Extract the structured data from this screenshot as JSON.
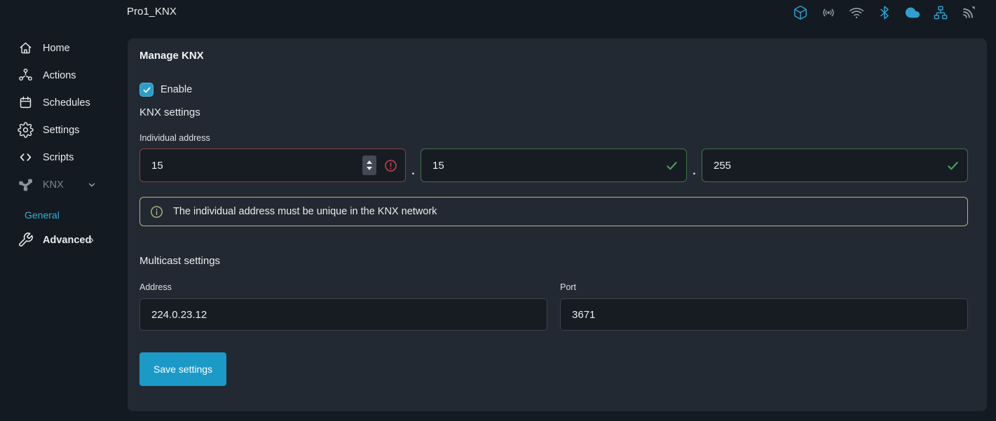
{
  "topbar": {
    "title": "Pro1_KNX",
    "icons": [
      {
        "name": "package-icon",
        "color": "#2e9fd1"
      },
      {
        "name": "broadcast-icon",
        "color": "#98a1aa"
      },
      {
        "name": "wifi-icon",
        "color": "#98a1aa"
      },
      {
        "name": "bluetooth-icon",
        "color": "#2e9fd1"
      },
      {
        "name": "cloud-icon",
        "color": "#2e9fd1"
      },
      {
        "name": "network-icon",
        "color": "#2e9fd1"
      },
      {
        "name": "signal-icon",
        "color": "#98a1aa"
      }
    ]
  },
  "sidebar": {
    "items": [
      {
        "label": "Home",
        "icon": "home-icon"
      },
      {
        "label": "Actions",
        "icon": "actions-icon"
      },
      {
        "label": "Schedules",
        "icon": "calendar-icon"
      },
      {
        "label": "Settings",
        "icon": "gear-icon"
      },
      {
        "label": "Scripts",
        "icon": "code-icon"
      },
      {
        "label": "KNX",
        "icon": "knx-icon",
        "state": "expanded"
      },
      {
        "label": "General",
        "state": "active-subitem"
      },
      {
        "label": "Advanced",
        "icon": "wrench-icon",
        "state": "collapsed"
      }
    ]
  },
  "main": {
    "heading": "Manage KNX",
    "enable": {
      "label": "Enable",
      "checked": true
    },
    "knx_settings_label": "KNX settings",
    "individual_address": {
      "label": "Individual address",
      "separator": ".",
      "fields": [
        {
          "value": "15",
          "status": "error"
        },
        {
          "value": "15",
          "status": "valid"
        },
        {
          "value": "255",
          "status": "valid"
        }
      ]
    },
    "info_message": "The individual address must be unique in the KNX network",
    "multicast": {
      "heading": "Multicast settings",
      "address_label": "Address",
      "address_value": "224.0.23.12",
      "port_label": "Port",
      "port_value": "3671"
    },
    "save_button_label": "Save settings"
  },
  "colors": {
    "page_background": "#141a21",
    "panel_background": "#232932",
    "accent_cyan": "#1b9ac8",
    "error_red": "#c4414d",
    "error_border": "#8f3d44",
    "valid_green": "#4d9e5f",
    "valid_border": "#3f7249",
    "info_khaki": "#b6b67c"
  }
}
